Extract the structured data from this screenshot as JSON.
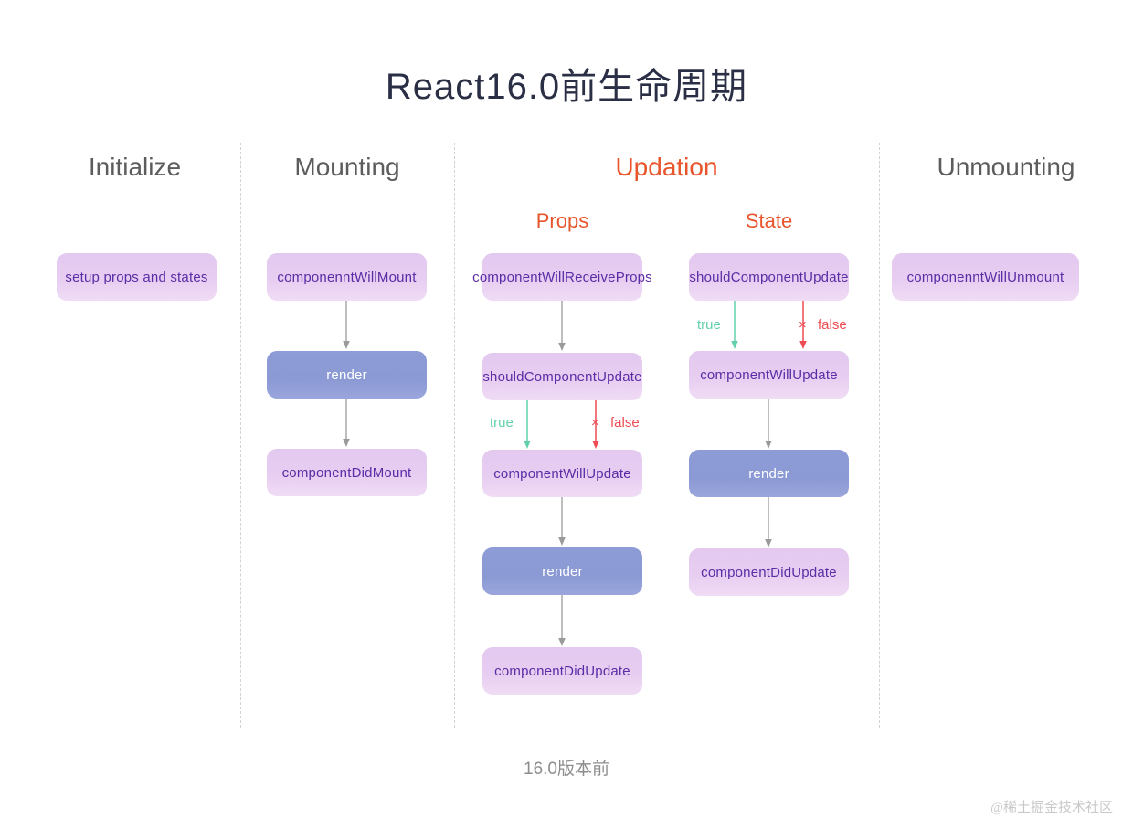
{
  "page": {
    "title": "React16.0前生命周期",
    "footer_note": "16.0版本前",
    "watermark": "@稀土掘金技术社区"
  },
  "colors": {
    "title": "#2b2f45",
    "heading_gray": "#5c5c5c",
    "accent_orange": "#e8552d",
    "node_purple_bg": "#e4caf0",
    "node_purple_text": "#5b2ca5",
    "node_blue_bg": "#8d9bd6",
    "node_blue_text": "#ffffff",
    "true_green": "#63d0ac",
    "false_red": "#ef4b52",
    "arrow_gray": "#9a9a9a",
    "divider": "#d2d2d2",
    "watermark": "#c9c9c9"
  },
  "columns": [
    {
      "id": "initialize",
      "heading": "Initialize",
      "heading_color": "gray",
      "nodes": [
        {
          "label": "setup props and states",
          "style": "purple"
        }
      ]
    },
    {
      "id": "mounting",
      "heading": "Mounting",
      "heading_color": "gray",
      "nodes": [
        {
          "label": "componenntWillMount",
          "style": "purple"
        },
        {
          "label": "render",
          "style": "blue"
        },
        {
          "label": "componentDidMount",
          "style": "purple"
        }
      ]
    },
    {
      "id": "updation",
      "heading": "Updation",
      "heading_color": "orange",
      "subcolumns": [
        {
          "id": "props",
          "heading": "Props",
          "nodes": [
            {
              "label": "componentWillReceiveProps",
              "style": "purple"
            },
            {
              "label": "shouldComponentUpdate",
              "style": "purple"
            },
            {
              "label": "componentWillUpdate",
              "style": "purple"
            },
            {
              "label": "render",
              "style": "blue"
            },
            {
              "label": "componentDidUpdate",
              "style": "purple"
            }
          ],
          "branch": {
            "true_label": "true",
            "false_label": "false",
            "false_mark": "×"
          }
        },
        {
          "id": "state",
          "heading": "State",
          "nodes": [
            {
              "label": "shouldComponentUpdate",
              "style": "purple"
            },
            {
              "label": "componentWillUpdate",
              "style": "purple"
            },
            {
              "label": "render",
              "style": "blue"
            },
            {
              "label": "componentDidUpdate",
              "style": "purple"
            }
          ],
          "branch": {
            "true_label": "true",
            "false_label": "false",
            "false_mark": "×"
          }
        }
      ]
    },
    {
      "id": "unmounting",
      "heading": "Unmounting",
      "heading_color": "gray",
      "nodes": [
        {
          "label": "componenntWillUnmount",
          "style": "purple"
        }
      ]
    }
  ]
}
